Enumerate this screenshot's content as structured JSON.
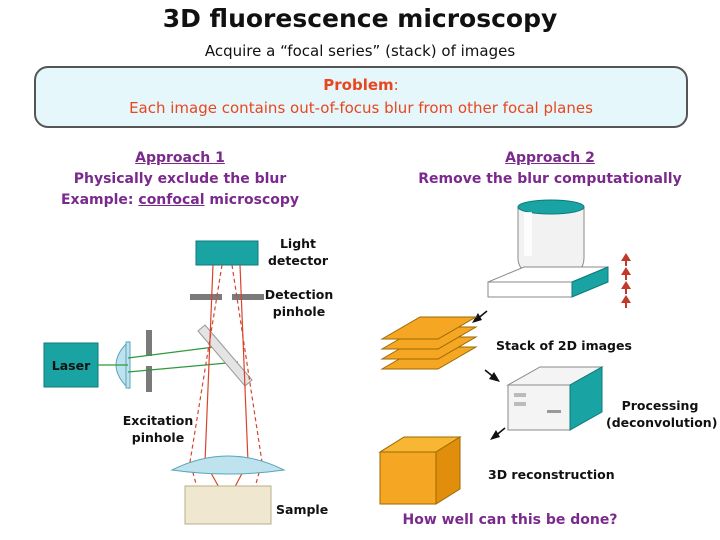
{
  "header": {
    "title": "3D fluorescence microscopy",
    "subtitle": "Acquire a “focal series” (stack) of images"
  },
  "problem": {
    "title": "Problem",
    "colon": ":",
    "text": "Each image contains out-of-focus blur from other focal planes"
  },
  "approach1": {
    "heading": "Approach 1",
    "line1": "Physically exclude the blur",
    "line2_prefix": "Example: ",
    "line2_link": "confocal",
    "line2_suffix": " microscopy",
    "labels": {
      "light_detector_1": "Light",
      "light_detector_2": "detector",
      "detection_pinhole_1": "Detection",
      "detection_pinhole_2": "pinhole",
      "laser": "Laser",
      "excitation_pinhole_1": "Excitation",
      "excitation_pinhole_2": "pinhole",
      "sample": "Sample"
    }
  },
  "approach2": {
    "heading": "Approach 2",
    "line1": "Remove the blur computationally",
    "labels": {
      "stack": "Stack of 2D images",
      "processing_1": "Processing",
      "processing_2": "(deconvolution)",
      "reconstruction": "3D reconstruction",
      "question": "How well can this be done?"
    }
  },
  "colors": {
    "accent_red": "#e8461e",
    "purple": "#7a2a8c",
    "teal": "#1aa3a3",
    "orange": "#f5a623",
    "problem_bg": "#e6f7fb"
  }
}
